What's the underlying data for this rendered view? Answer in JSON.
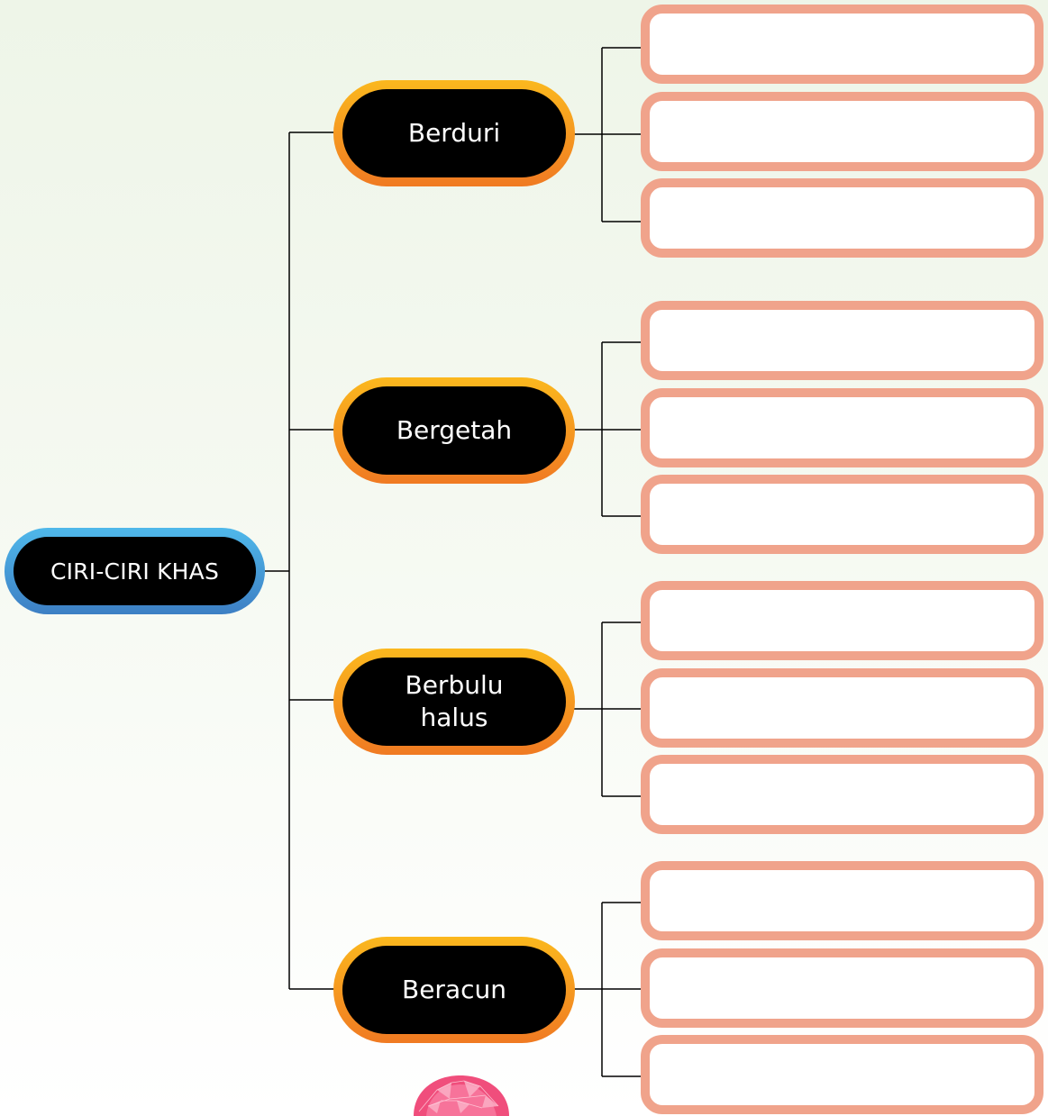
{
  "root": {
    "label": "CIRI-CIRI KHAS"
  },
  "categories": [
    {
      "label": "Berduri",
      "answers": [
        "",
        "",
        ""
      ]
    },
    {
      "label": "Bergetah",
      "answers": [
        "",
        "",
        ""
      ]
    },
    {
      "label": "Berbulu\nhalus",
      "answers": [
        "",
        "",
        ""
      ]
    },
    {
      "label": "Beracun",
      "answers": [
        "",
        "",
        ""
      ]
    }
  ],
  "colors": {
    "root_border": "#4fb8ea",
    "category_border": "#fbb81e",
    "answer_box_border": "#f0a38b",
    "node_fill": "#000000",
    "connector": "#000000"
  },
  "icons": {
    "decoration": "brain-icon"
  }
}
